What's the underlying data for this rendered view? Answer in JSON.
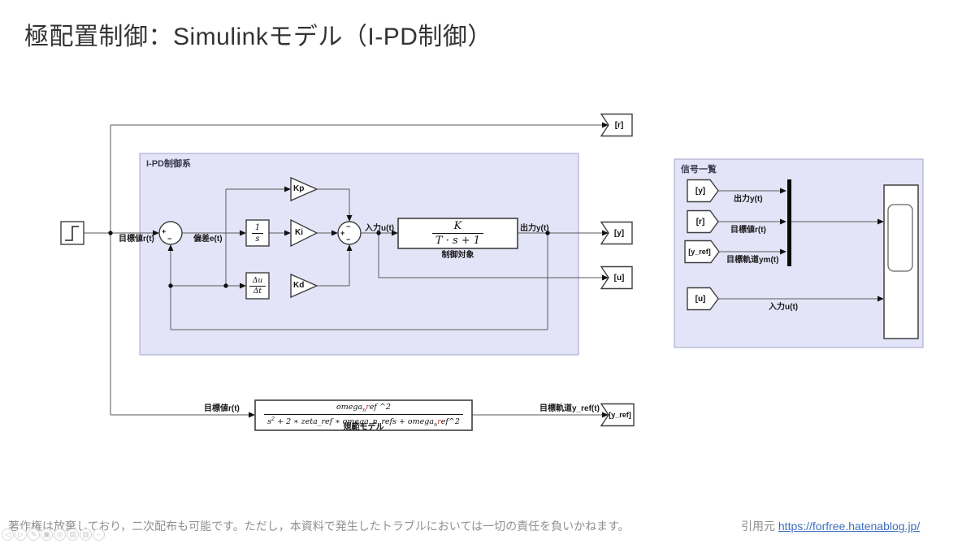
{
  "title": "極配置制御：Simulinkモデル（I-PD制御）",
  "colors": {
    "subsystem_fill": "#e4e4f8",
    "subsystem_border": "#a2a2c8",
    "wire": "#5a5a5a",
    "block_border": "#3f3f3f",
    "formula_red": "#d42c2c",
    "link": "#3d6ebf"
  },
  "diagram": {
    "ipd_subsystem_title": "I-PD制御系",
    "signal_subsystem_title": "信号一覧",
    "labels": {
      "r_main": "目標値r(t)",
      "e": "偏差e(t)",
      "u": "入力u(t)",
      "y": "出力y(t)",
      "plant_caption": "制御対象",
      "refmodel_caption": "規範モデル",
      "r_bottom": "目標値r(t)",
      "y_ref_out": "目標軌道y_ref(t)"
    },
    "sum1": {
      "left": "+",
      "bottom": "−"
    },
    "sum2": {
      "top": "−",
      "left": "+",
      "bottom": "−"
    },
    "gains": {
      "kp": "Kp",
      "ki": "Ki",
      "kd": "Kd"
    },
    "integrator": {
      "num": "1",
      "den": "s"
    },
    "derivative": {
      "num": "Δu",
      "den": "Δt"
    },
    "plant": {
      "num": "K",
      "den": "T · s + 1"
    },
    "refmodel": {
      "num_base": "omega",
      "num_sub": "n",
      "num_red": "r",
      "num_rest": "ef ^2",
      "den_s": "s",
      "den_s_sup": "2",
      "den_mid": " + 2 ∗ zeta_ref ∗ omega_n_refs + omega",
      "den_sub": "n",
      "den_red": "r",
      "den_rest": "ef^2"
    },
    "gotos": {
      "r": "[r]",
      "y": "[y]",
      "u": "[u]",
      "y_ref": "[y_ref]"
    },
    "panel": {
      "froms": [
        {
          "tag": "[y]",
          "label": "出力y(t)"
        },
        {
          "tag": "[r]",
          "label": "目標値r(t)"
        },
        {
          "tag": "[y_ref]",
          "label": "目標軌道ym(t)"
        },
        {
          "tag": "[u]",
          "label": "入力u(t)"
        }
      ]
    }
  },
  "footer": {
    "disclaimer": "著作権は放棄しており，二次配布も可能です。ただし，本資料で発生したトラブルにおいては一切の責任を負いかねます。",
    "source_prefix": "引用元 ",
    "source_url": "https://forfree.hatenablog.jp/"
  },
  "toolbar": {
    "icons": [
      {
        "name": "back",
        "glyph": "◁"
      },
      {
        "name": "forward",
        "glyph": "▷"
      },
      {
        "name": "edit",
        "glyph": "✎"
      },
      {
        "name": "copy",
        "glyph": "▣"
      },
      {
        "name": "search",
        "glyph": "◎"
      },
      {
        "name": "list",
        "glyph": "▤"
      },
      {
        "name": "image",
        "glyph": "▥"
      },
      {
        "name": "collapse",
        "glyph": "−"
      }
    ]
  }
}
